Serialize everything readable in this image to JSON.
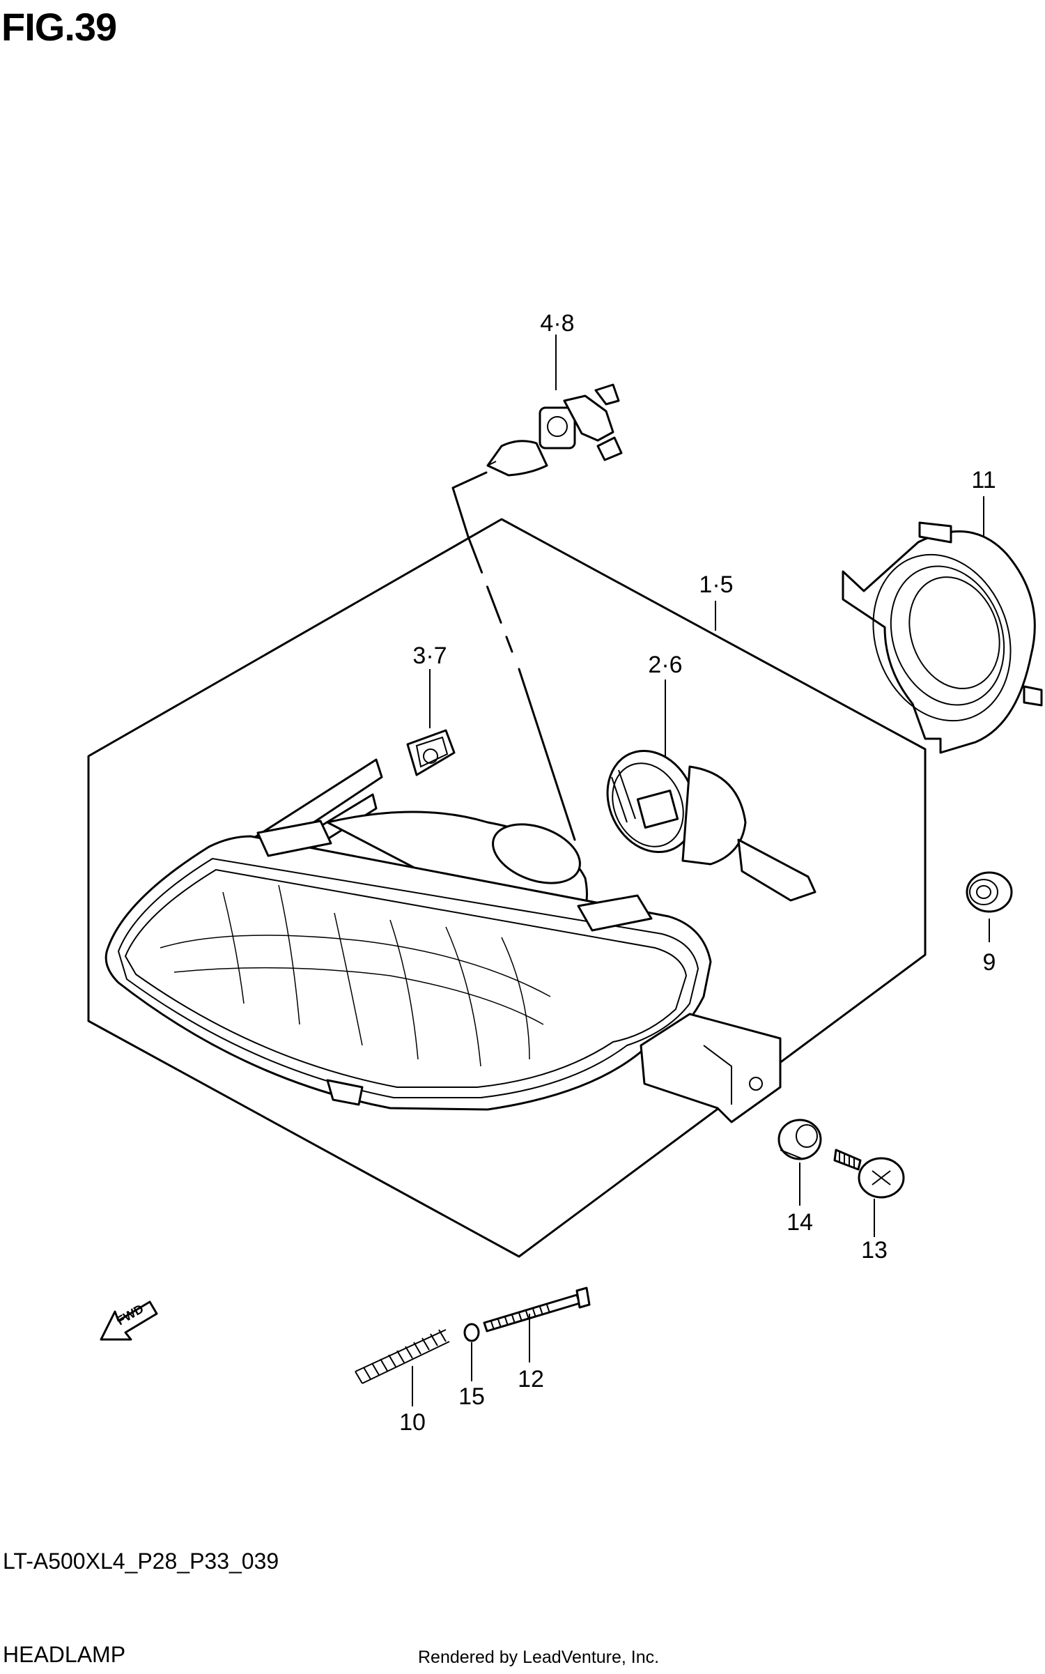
{
  "figure": {
    "title": "FIG.39"
  },
  "footer": {
    "model_code": "LT-A500XL4_P28_P33_039",
    "section": "HEADLAMP",
    "credit": "Rendered by LeadVenture, Inc."
  },
  "fwd_label": "FWD",
  "callouts": {
    "c48": "4·8",
    "c11": "11",
    "c15": "1·5",
    "c37": "3·7",
    "c26": "2·6",
    "c9": "9",
    "c14": "14",
    "c13": "13",
    "c12": "12",
    "c15b": "15",
    "c10": "10"
  }
}
